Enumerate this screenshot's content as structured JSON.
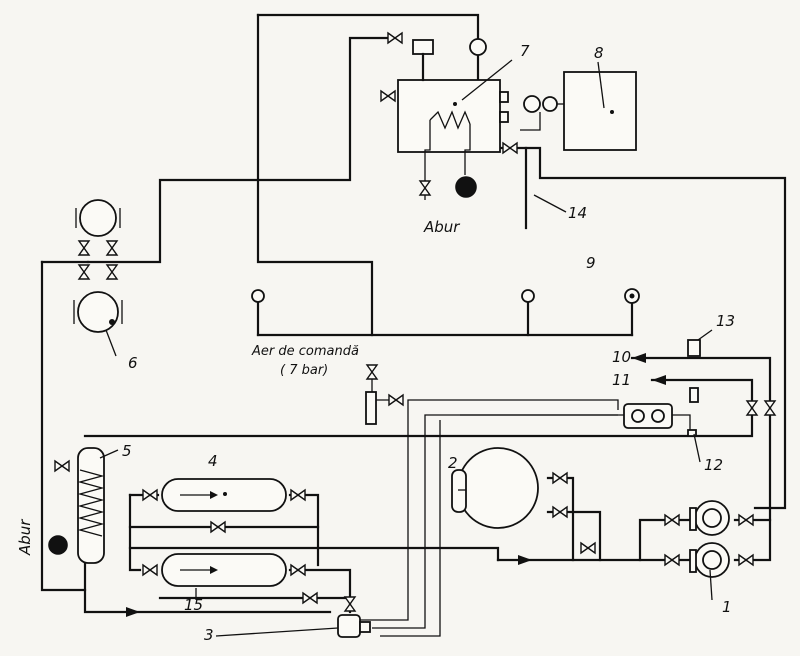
{
  "labels": {
    "steam_top": "Abur",
    "steam_left": "Abur",
    "control_air": "Aer de comandă",
    "control_air_pressure": "( 7 bar)"
  },
  "numbers": {
    "n1": "1",
    "n2": "2",
    "n3": "3",
    "n4": "4",
    "n5": "5",
    "n6": "6",
    "n7": "7",
    "n8": "8",
    "n9": "9",
    "n10": "10",
    "n11": "11",
    "n12": "12",
    "n13": "13",
    "n14": "14",
    "n15": "15"
  }
}
